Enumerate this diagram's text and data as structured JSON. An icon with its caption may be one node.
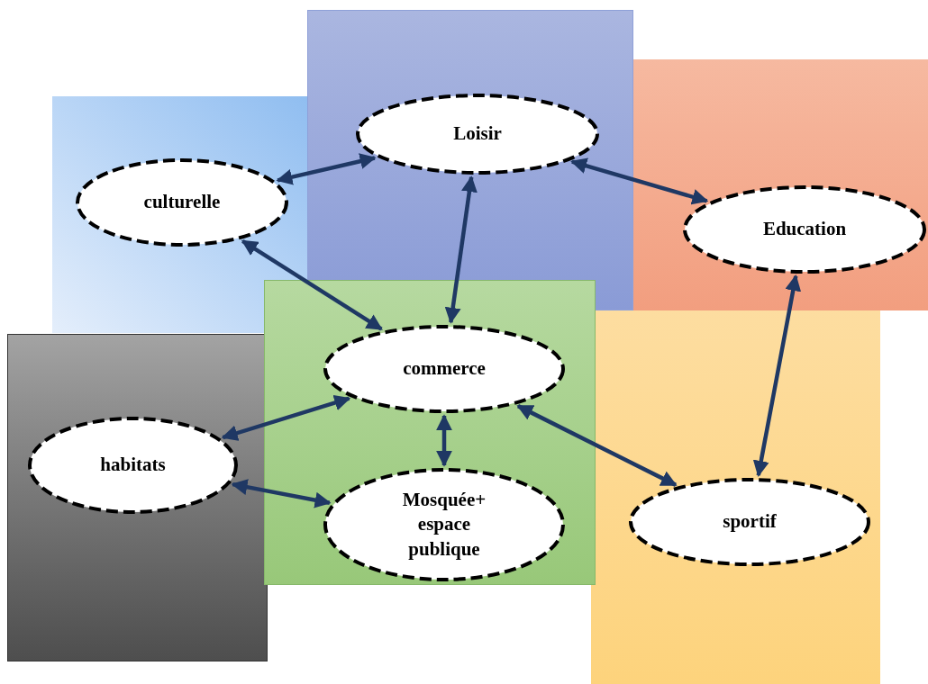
{
  "diagram": {
    "nodes": [
      {
        "text": [
          "Loisir"
        ]
      },
      {
        "text": [
          "culturelle"
        ]
      },
      {
        "text": [
          "Education"
        ]
      },
      {
        "text": [
          "commerce"
        ]
      },
      {
        "text": [
          "habitats"
        ]
      },
      {
        "text": [
          "Mosquée+ espace publique"
        ]
      },
      {
        "text": [
          "sportif"
        ]
      }
    ],
    "edges": [
      {
        "from": 1,
        "to": 0,
        "arrow": "both"
      },
      {
        "from": 0,
        "to": 2,
        "arrow": "both"
      },
      {
        "from": 0,
        "to": 3,
        "arrow": "both"
      },
      {
        "from": 1,
        "to": 3,
        "arrow": "both"
      },
      {
        "from": 2,
        "to": 6,
        "arrow": "both"
      },
      {
        "from": 3,
        "to": 4,
        "arrow": "both"
      },
      {
        "from": 3,
        "to": 5,
        "arrow": "both"
      },
      {
        "from": 3,
        "to": 6,
        "arrow": "both"
      },
      {
        "from": 4,
        "to": 5,
        "arrow": "both"
      }
    ]
  }
}
